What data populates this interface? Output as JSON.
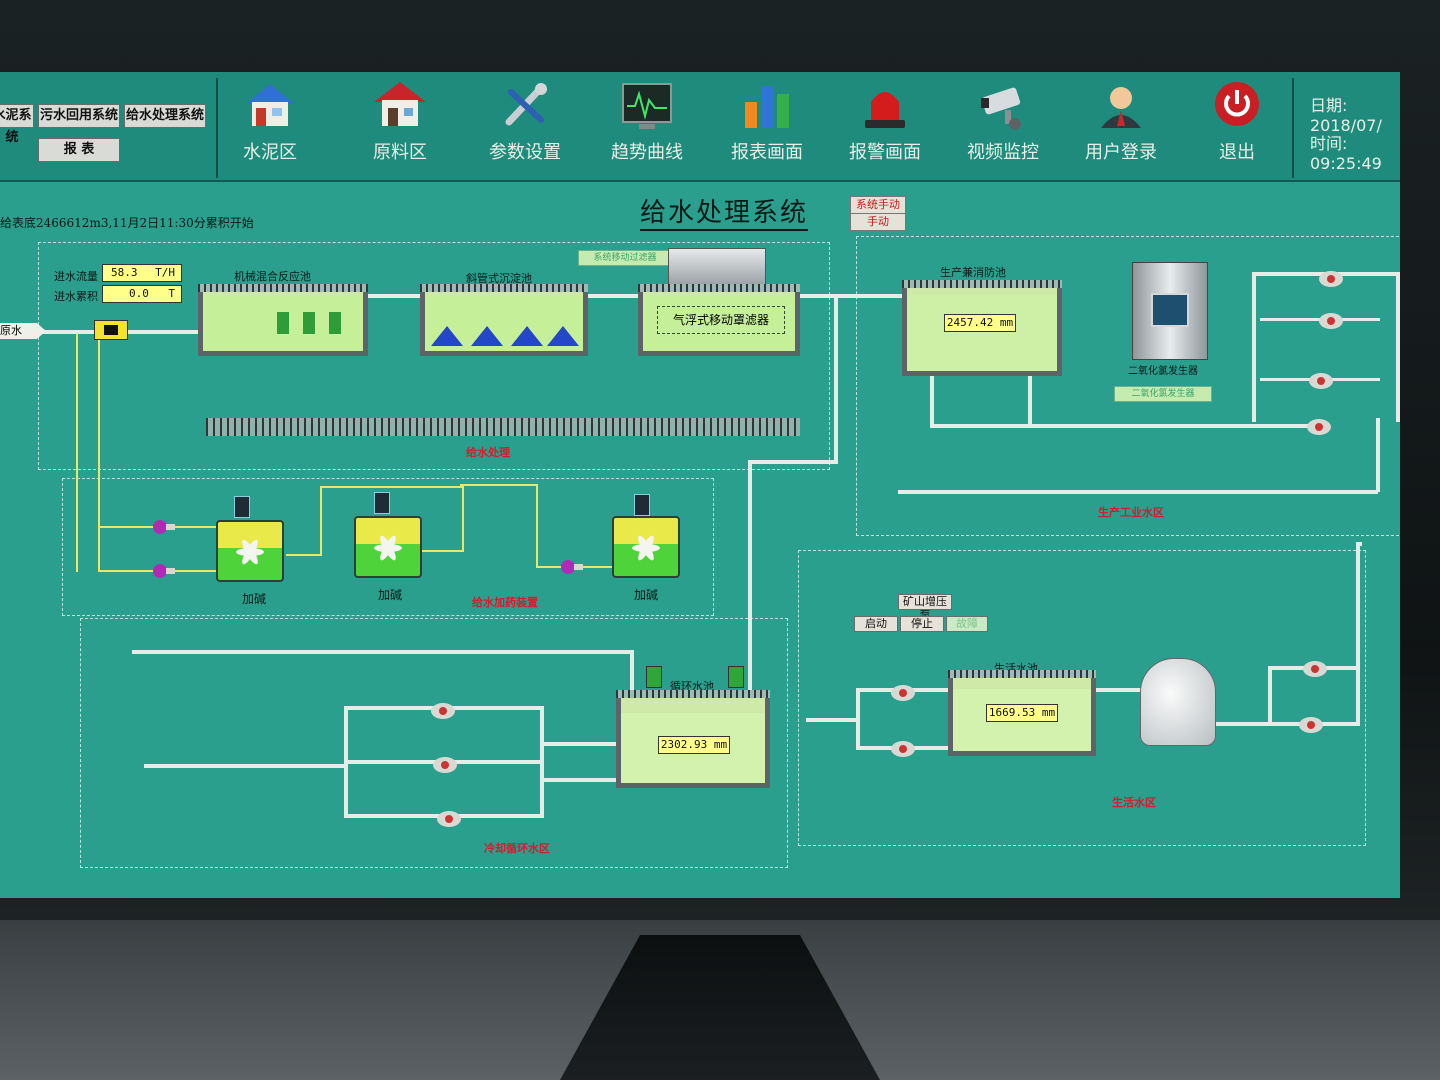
{
  "header": {
    "system_tabs": [
      "水泥系统",
      "污水回用系统",
      "给水处理系统"
    ],
    "report_button": "报 表",
    "nav": [
      {
        "label": "水泥区",
        "icon": "house-icon"
      },
      {
        "label": "原料区",
        "icon": "house-red-roof-icon"
      },
      {
        "label": "参数设置",
        "icon": "wrench-icon"
      },
      {
        "label": "趋势曲线",
        "icon": "trend-monitor-icon"
      },
      {
        "label": "报表画面",
        "icon": "bar-chart-icon"
      },
      {
        "label": "报警画面",
        "icon": "alarm-light-icon"
      },
      {
        "label": "视频监控",
        "icon": "cctv-camera-icon"
      },
      {
        "label": "用户登录",
        "icon": "user-icon"
      },
      {
        "label": "退出",
        "icon": "power-icon"
      }
    ],
    "date_label": "日期:",
    "date_value": "2018/07/",
    "time_label": "时间:",
    "time_value": "09:25:49"
  },
  "page": {
    "title": "给水处理系统",
    "mode_system": "系统手动",
    "mode_manual": "手动",
    "meter_note": "给表底2466612m3,11月2日11:30分累积开始"
  },
  "inlet": {
    "source_label": "原水",
    "flow_label": "进水流量",
    "flow_value": "58.3",
    "flow_unit": "T/H",
    "total_label": "进水累积",
    "total_value": "0.0",
    "total_unit": "T"
  },
  "treatment": {
    "zone_label": "给水处理",
    "tank1": "机械混合反应池",
    "tank2": "斜管式沉淀池",
    "tank3_inner": "气浮式移动罩滤器",
    "tank3_banner": "系统移动过滤器",
    "fire_pool": "生产兼消防池",
    "fire_level": "2457.42 mm",
    "chlorine": "二氧化氯发生器",
    "chlorine_banner": "二氧化氯发生器"
  },
  "dosing": {
    "zone_label": "给水加药装置",
    "mixers": [
      "加碱",
      "加碱",
      "加碱"
    ]
  },
  "industrial": {
    "zone_label": "生产工业水区"
  },
  "cooling": {
    "zone_label": "冷却循环水区",
    "pool": "循环水池",
    "level": "2302.93 mm"
  },
  "domestic": {
    "zone_label": "生活水区",
    "pump_title": "矿山增压泵",
    "start": "启动",
    "stop": "停止",
    "fault": "故障",
    "pool": "生活水池",
    "level": "1669.53 mm"
  }
}
